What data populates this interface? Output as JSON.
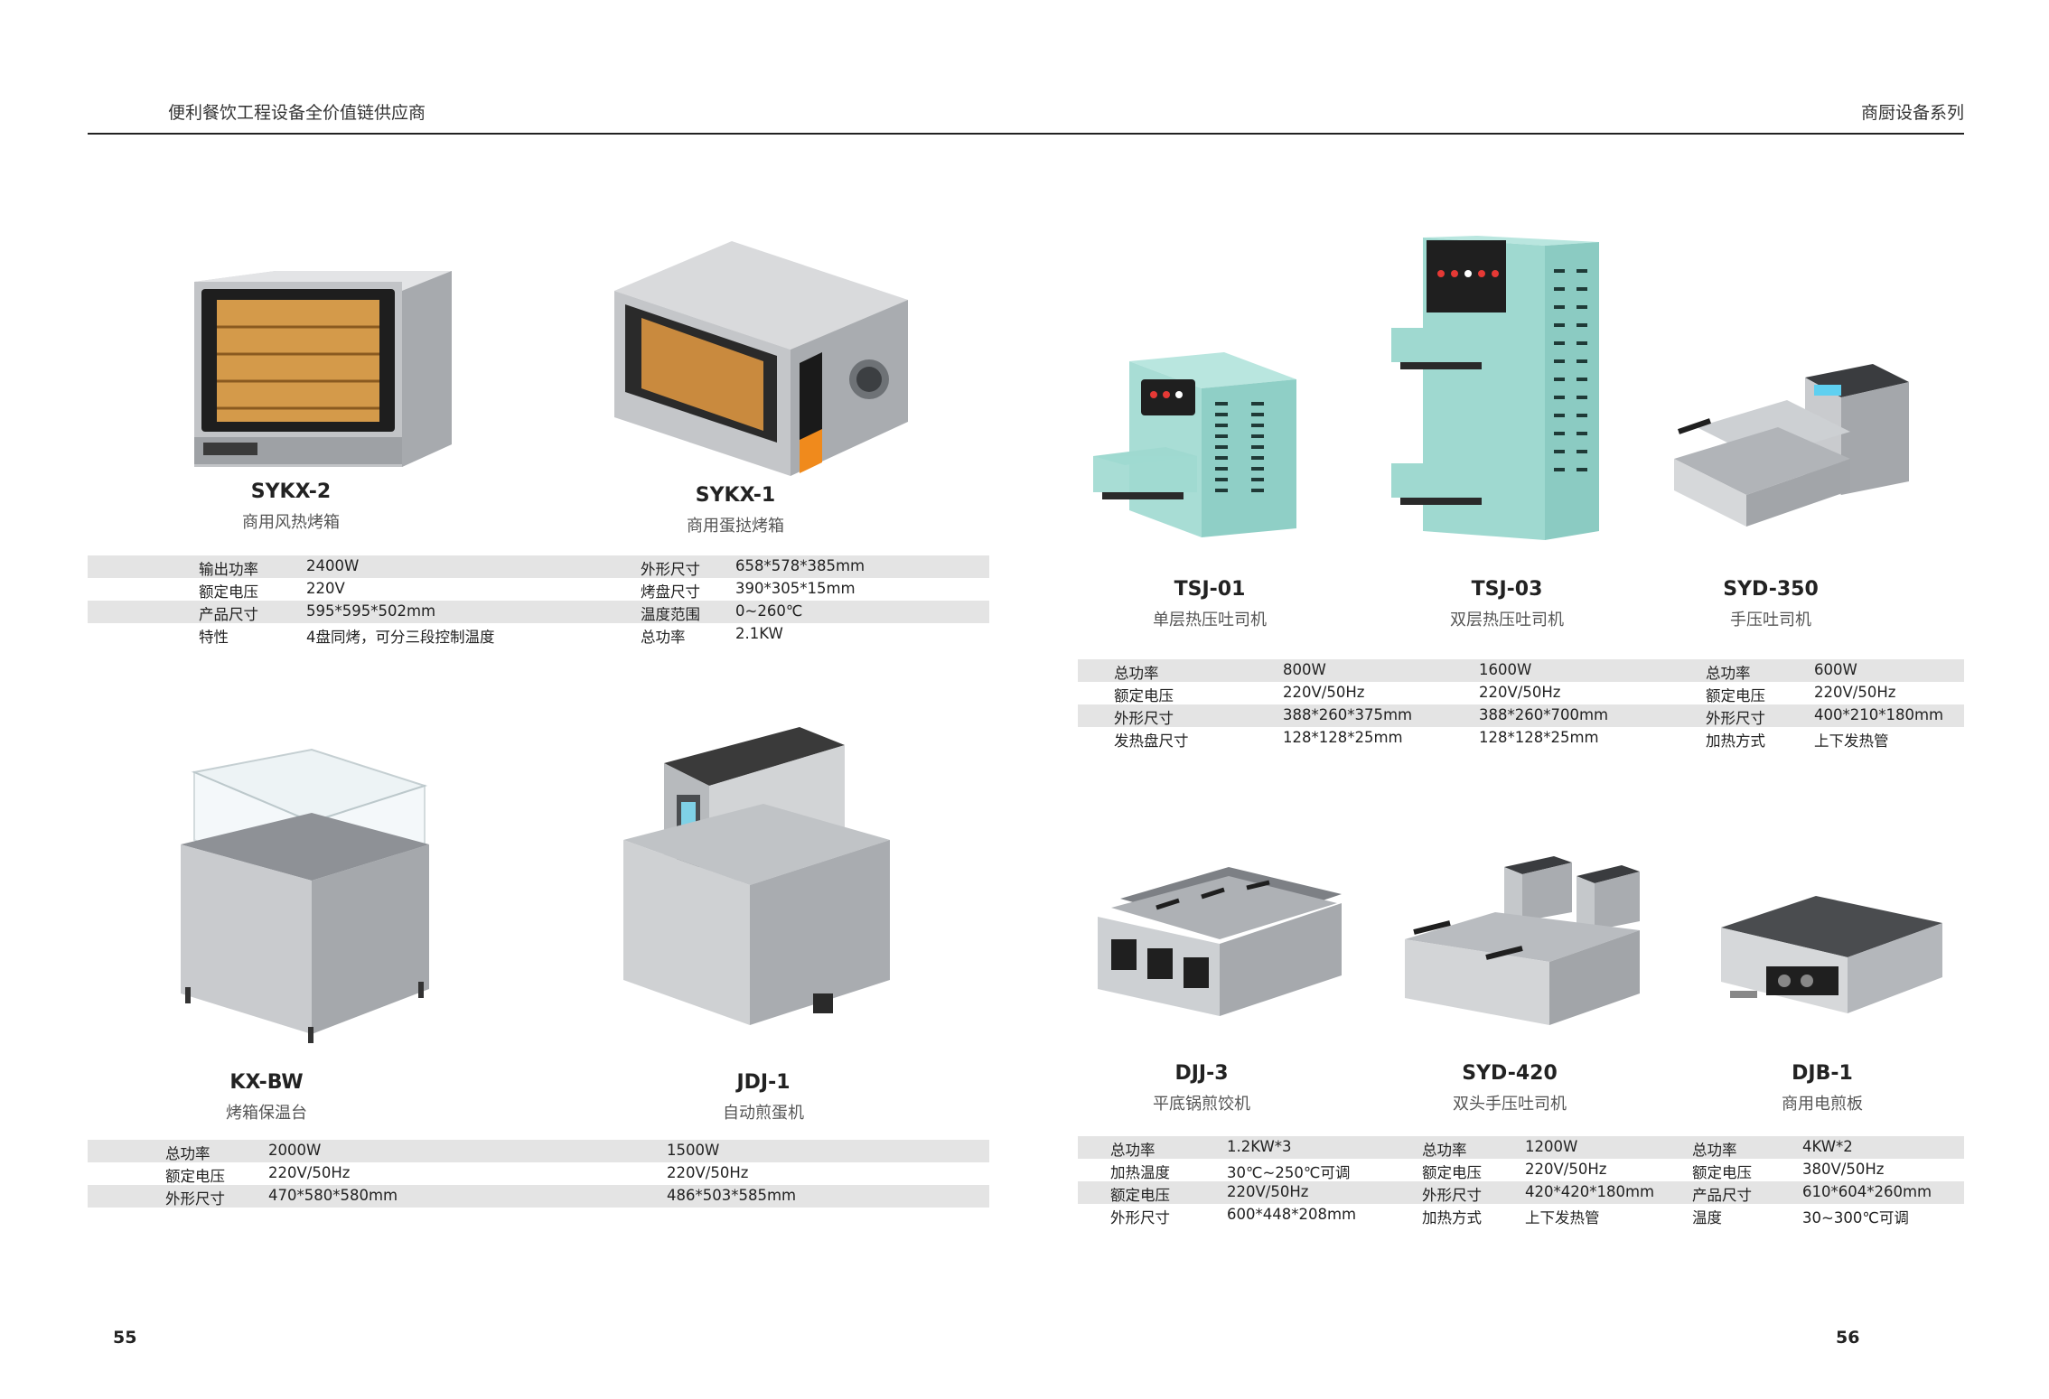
{
  "header": {
    "left": "便利餐饮工程设备全价值链供应商",
    "right": "商厨设备系列"
  },
  "page_numbers": {
    "left": "55",
    "right": "56"
  },
  "products": {
    "sykx2": {
      "model": "SYKX-2",
      "name": "商用风热烤箱"
    },
    "sykx1": {
      "model": "SYKX-1",
      "name": "商用蛋挞烤箱"
    },
    "tsj01": {
      "model": "TSJ-01",
      "name": "单层热压吐司机"
    },
    "tsj03": {
      "model": "TSJ-03",
      "name": "双层热压吐司机"
    },
    "syd350": {
      "model": "SYD-350",
      "name": "手压吐司机"
    },
    "kxbw": {
      "model": "KX-BW",
      "name": "烤箱保温台"
    },
    "jdj1": {
      "model": "JDJ-1",
      "name": "自动煎蛋机"
    },
    "djj3": {
      "model": "DJJ-3",
      "name": "平底锅煎饺机"
    },
    "syd420": {
      "model": "SYD-420",
      "name": "双头手压吐司机"
    },
    "djb1": {
      "model": "DJB-1",
      "name": "商用电煎板"
    }
  },
  "specs": {
    "oven": [
      [
        "输出功率",
        "2400W",
        "外形尺寸",
        "658*578*385mm"
      ],
      [
        "额定电压",
        "220V",
        "烤盘尺寸",
        "390*305*15mm"
      ],
      [
        "产品尺寸",
        "595*595*502mm",
        "温度范围",
        "0~260℃"
      ],
      [
        "特性",
        "4盘同烤，可分三段控制温度",
        "总功率",
        "2.1KW"
      ]
    ],
    "toaster": [
      [
        "总功率",
        "800W",
        "1600W",
        "总功率",
        "600W"
      ],
      [
        "额定电压",
        "220V/50Hz",
        "220V/50Hz",
        "额定电压",
        "220V/50Hz"
      ],
      [
        "外形尺寸",
        "388*260*375mm",
        "388*260*700mm",
        "外形尺寸",
        "400*210*180mm"
      ],
      [
        "发热盘尺寸",
        "128*128*25mm",
        "128*128*25mm",
        "加热方式",
        "上下发热管"
      ]
    ],
    "warmer": [
      [
        "总功率",
        "2000W",
        "1500W"
      ],
      [
        "额定电压",
        "220V/50Hz",
        "220V/50Hz"
      ],
      [
        "外形尺寸",
        "470*580*580mm",
        "486*503*585mm"
      ]
    ],
    "griddle": [
      [
        "总功率",
        "1.2KW*3",
        "总功率",
        "1200W",
        "总功率",
        "4KW*2"
      ],
      [
        "加热温度",
        "30℃~250℃可调",
        "额定电压",
        "220V/50Hz",
        "额定电压",
        "380V/50Hz"
      ],
      [
        "额定电压",
        "220V/50Hz",
        "外形尺寸",
        "420*420*180mm",
        "产品尺寸",
        "610*604*260mm"
      ],
      [
        "外形尺寸",
        "600*448*208mm",
        "加热方式",
        "上下发热管",
        "温度",
        "30~300℃可调"
      ]
    ]
  },
  "colors": {
    "teal": "#9fd9d0",
    "steel": "#b9bcc0",
    "shade": "#e4e4e4",
    "orange": "#f08a1c"
  }
}
